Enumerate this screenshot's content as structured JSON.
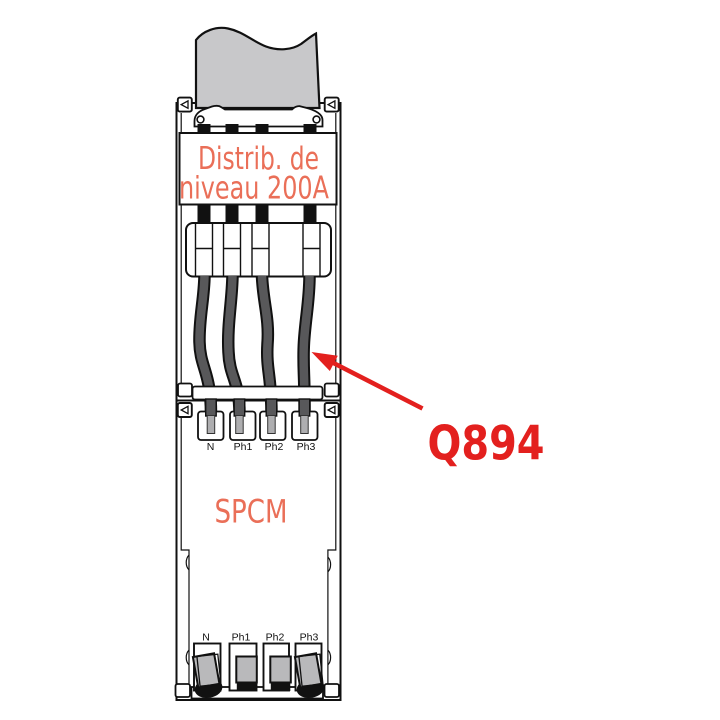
{
  "diagram": {
    "upper_module": {
      "label_line1": "Distrib. de",
      "label_line2": "niveau 200A"
    },
    "lower_module": {
      "label": "SPCM",
      "input_terminals": [
        "N",
        "Ph1",
        "Ph2",
        "Ph3"
      ],
      "output_terminals": [
        "N",
        "Ph1",
        "Ph2",
        "Ph3"
      ]
    },
    "callout": {
      "label": "Q894"
    },
    "colors": {
      "accent": "#ea6f58",
      "callout_red": "#e3201e",
      "cable_fill": "#c8c8ca",
      "wire_gray": "#58585a",
      "connector_fill": "#b9b9bb",
      "rod_fill": "#aeaeb0",
      "line_black": "#111111"
    }
  }
}
